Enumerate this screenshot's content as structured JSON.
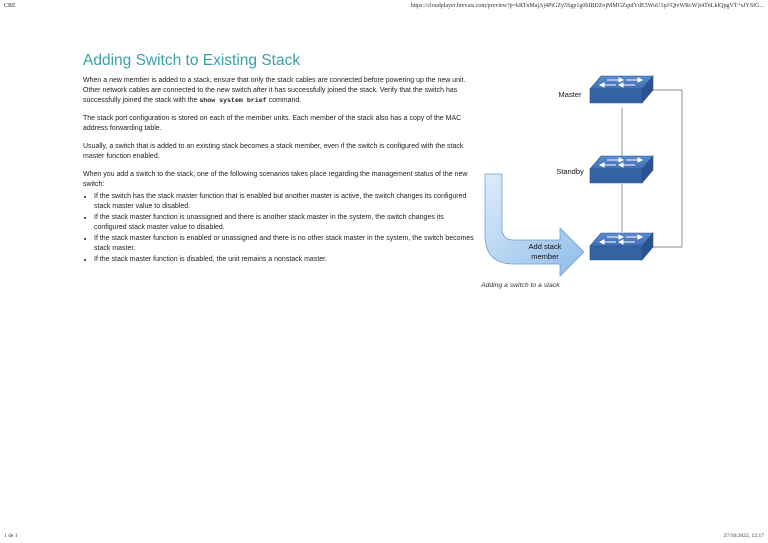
{
  "header": {
    "left": "CRE",
    "url": "https://cloudplayer.brevais.com/preview?p=kRTnMajAj4PtGZy5Sgp1g0bIBDZojMMGZqufYdE5WuU1pJ/QtvWRcW)t4TnLklQpgVT+sJYSfG..."
  },
  "footer": {
    "page": "1 de 1",
    "datetime": "27/10/2022, 12:17"
  },
  "article": {
    "title": "Adding Switch to Existing Stack",
    "p1_part1": "When a new member is added to a stack, ensure that only the stack cables are connected before powering up the new unit. Other network cables are connected to the new switch after it has successfully joined the stack. Verify that the switch has successfully joined the stack with the ",
    "p1_code": "show system brief",
    "p1_part2": " command.",
    "p2": "The stack port configuration is stored on each of the member units. Each member of the stack also has a copy of the MAC address forwarding table.",
    "p3": "Usually, a switch that is added to an existing stack becomes a stack member, even if the switch is configured with the stack master function enabled.",
    "p4": "When you add a switch to the stack, one of the following scenarios takes place regarding the management status of the new switch:",
    "bullets": [
      "If the switch has the stack master function that is enabled but another master is active, the switch changes its configured stack master value to disabled.",
      "If the stack master function is unassigned and there is another stack master in the system, the switch changes its configured stack master value to disabled.",
      "If the stack master function is enabled or unassigned and there is no other stack master in the system, the switch becomes stack master.",
      "If the stack master function is disabled, the unit remains a nonstack master."
    ]
  },
  "figure": {
    "label_master": "Master",
    "label_standby": "Standby",
    "arrow_label_line1": "Add stack",
    "arrow_label_line2": "member",
    "caption": "Adding a switch to a stack",
    "switch_color": "#3d6fb4",
    "arrow_color": "#a9cdf0"
  }
}
